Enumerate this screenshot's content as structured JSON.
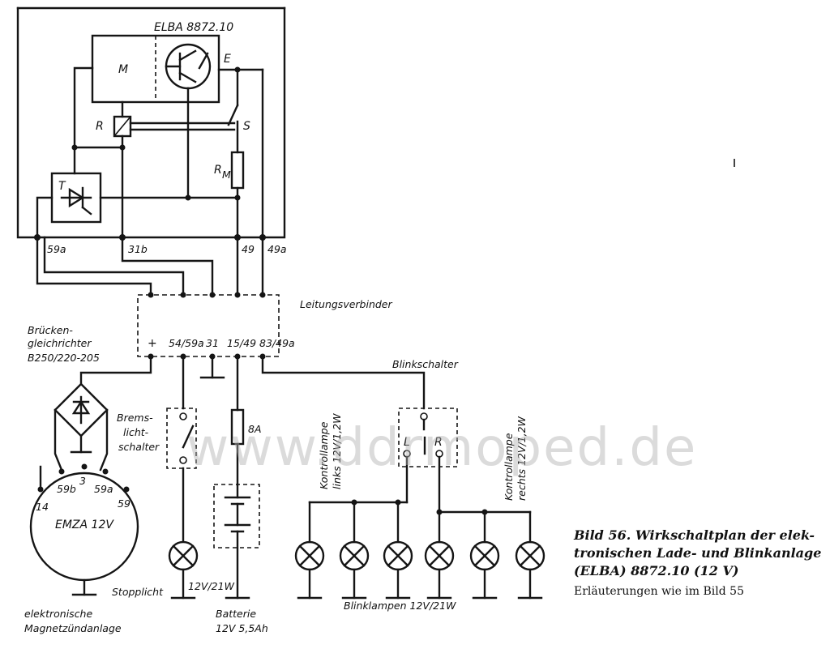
{
  "module": {
    "title": "ELBA 8872.10",
    "M": "M",
    "E": "E",
    "R": "R",
    "S": "S",
    "RM": "R",
    "RM_sub": "M",
    "T": "T"
  },
  "top_terminals": [
    "59a",
    "31b",
    "49",
    "49a"
  ],
  "connector": {
    "label": "Leitungsverbinder",
    "terminals": [
      "+",
      "54/59a",
      "31",
      "15/49",
      "83/49a"
    ]
  },
  "rectifier": {
    "line1": "Brücken-",
    "line2": "gleichrichter",
    "line3": "B250/220-205"
  },
  "magneto": {
    "name": "EMZA 12V",
    "t14": "14",
    "t59b": "59b",
    "t3": "3",
    "t59a": "59a",
    "t59": "59"
  },
  "brake": {
    "line1": "Brems-",
    "line2": "licht-",
    "line3": "schalter"
  },
  "fuse": "8A",
  "blinker_switch": {
    "label": "Blinkschalter",
    "L": "L",
    "R": "R"
  },
  "control_left": {
    "line1": "Kontrollampe",
    "line2": "links 12V/1,2W"
  },
  "control_right": {
    "line1": "Kontrollampe",
    "line2": "rechts 12V/1,2W"
  },
  "labels": {
    "stopplicht": "Stopplicht",
    "lamp_rating": "12V/21W",
    "ignition1": "elektronische",
    "ignition2": "Magnetzündanlage",
    "battery1": "Batterie",
    "battery2": "12V 5,5Ah",
    "blinklampen": "Blinklampen 12V/21W"
  },
  "watermark": "www.ddrmoped.de",
  "caption": {
    "line1": "Bild 56. Wirkschaltplan der elek-",
    "line2": "tronischen Lade- und Blinkanlage",
    "line3": "(ELBA) 8872.10 (12 V)",
    "line4": "Erläuterungen wie im Bild 55"
  }
}
